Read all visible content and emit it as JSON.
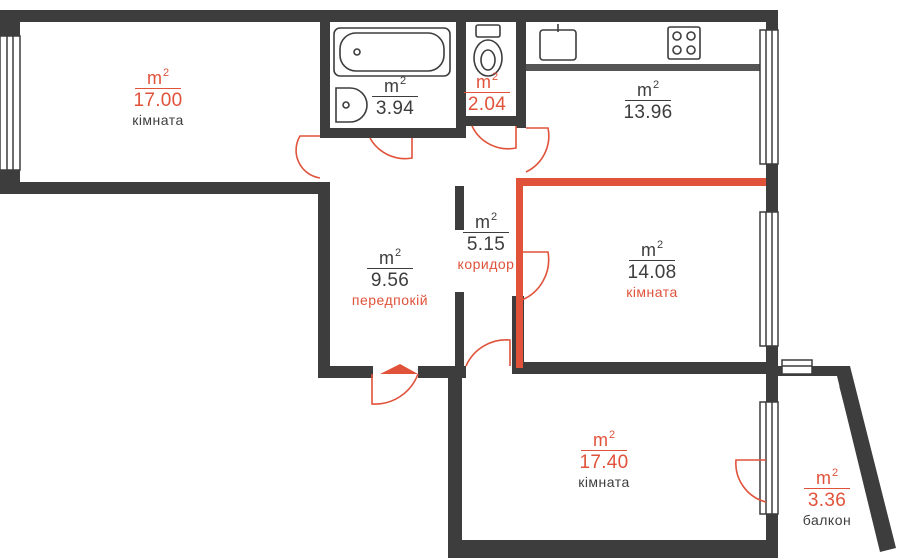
{
  "colors": {
    "wall": "#3d3d3d",
    "accent": "#e0523a",
    "background": "#ffffff"
  },
  "unit_label": "m",
  "unit_power": "2",
  "rooms": [
    {
      "id": "room-west",
      "area": "17.00",
      "name": "кімната",
      "accent": true
    },
    {
      "id": "bathroom",
      "area": "3.94",
      "name": "",
      "accent": false
    },
    {
      "id": "toilet",
      "area": "2.04",
      "name": "",
      "accent": true
    },
    {
      "id": "kitchen",
      "area": "13.96",
      "name": "",
      "accent": false
    },
    {
      "id": "corridor",
      "area": "5.15",
      "name": "коридор",
      "accent": false
    },
    {
      "id": "hallway",
      "area": "9.56",
      "name": "передпокій",
      "accent": false
    },
    {
      "id": "room-east",
      "area": "14.08",
      "name": "кімната",
      "accent": false
    },
    {
      "id": "room-south",
      "area": "17.40",
      "name": "кімната",
      "accent": true
    },
    {
      "id": "balcony",
      "area": "3.36",
      "name": "балкон",
      "accent": true
    }
  ],
  "fixtures": [
    "bathtub-icon",
    "washbasin-icon",
    "toilet-icon",
    "sink-icon",
    "stove-icon"
  ]
}
